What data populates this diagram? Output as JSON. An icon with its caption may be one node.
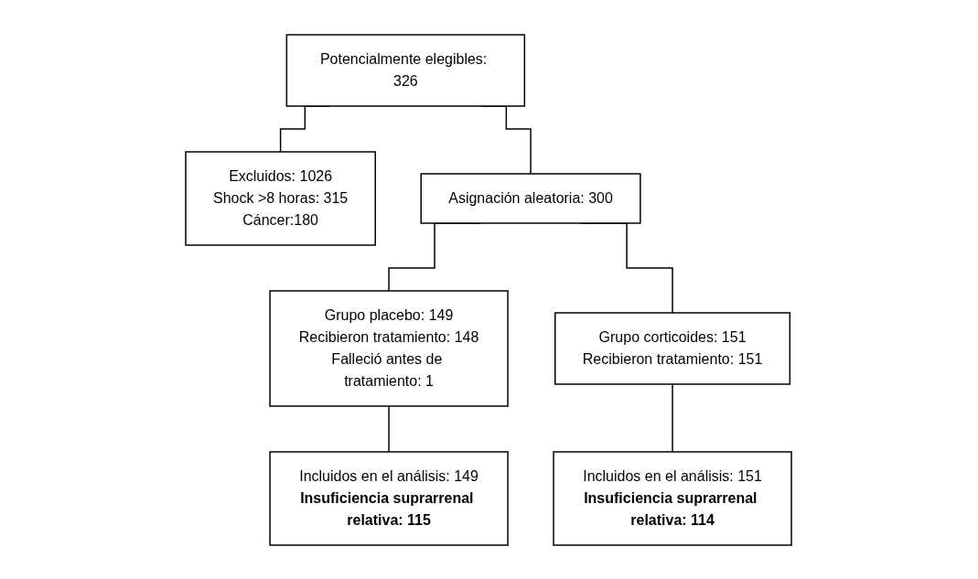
{
  "diagram": {
    "nodes": [
      {
        "text": [
          "Potencialmente elegibles: 326"
        ]
      },
      {
        "text": [
          "Excluidos: 1026",
          "Shock >8 horas: 315",
          "Cáncer:180"
        ]
      },
      {
        "text": [
          "Asignación aleatoria: 300"
        ]
      },
      {
        "text": [
          "Grupo placebo: 149",
          "Recibieron tratamiento: 148",
          "Falleció antes de tratamiento: 1"
        ]
      },
      {
        "text": [
          "Grupo corticoides: 151",
          "Recibieron tratamiento: 151"
        ]
      },
      {
        "text": [
          "Incluidos en el análisis: 149",
          "Insuficiencia suprarrenal relativa: 115"
        ]
      },
      {
        "text": [
          "Incluidos en el análisis: 151",
          "Insuficiencia suprarrenal relativa: 114"
        ]
      }
    ],
    "edges": [
      {
        "from": 0,
        "to": 1,
        "arrow": "none"
      },
      {
        "from": 0,
        "to": 2,
        "arrow": "none"
      },
      {
        "from": 2,
        "to": 3,
        "arrow": "none"
      },
      {
        "from": 2,
        "to": 4,
        "arrow": "none"
      },
      {
        "from": 3,
        "to": 5,
        "arrow": "none"
      },
      {
        "from": 4,
        "to": 6,
        "arrow": "none"
      }
    ]
  }
}
